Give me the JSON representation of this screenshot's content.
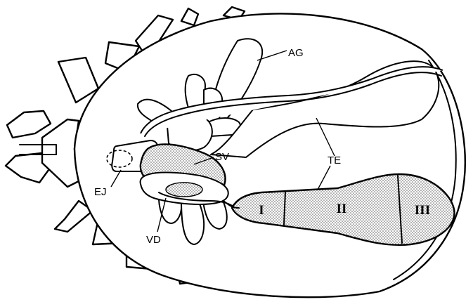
{
  "labels": {
    "ag": "AG",
    "te": "TE",
    "sv": "SV",
    "ej": "EJ",
    "vd": "VD"
  },
  "segments": {
    "one": "I",
    "two": "II",
    "three": "III"
  },
  "colors": {
    "ink": "#000000",
    "paper": "#ffffff",
    "stipple": "#d9d9d9"
  }
}
